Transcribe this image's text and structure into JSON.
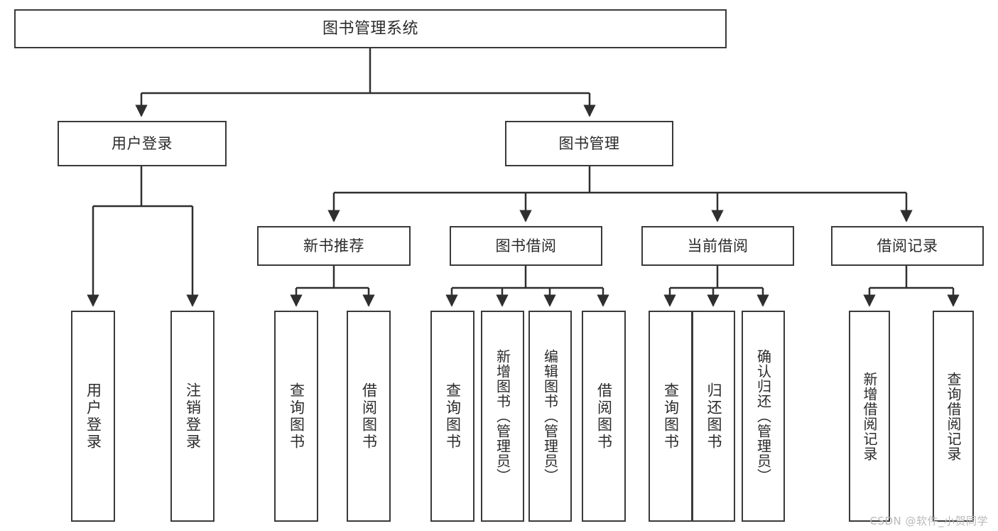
{
  "diagram": {
    "type": "tree",
    "title": "图书管理系统",
    "orientation": "top-down",
    "colors": {
      "box_border": "#3a3a3a",
      "box_fill": "#ffffff",
      "connector": "#2f2f2f",
      "text": "#2b2b2b",
      "background": "#ffffff",
      "watermark": "#b9b9b9"
    }
  },
  "nodes": {
    "root": {
      "label": "图书管理系统"
    },
    "level2": [
      {
        "id": "user-login",
        "label": "用户登录"
      },
      {
        "id": "book-admin",
        "label": "图书管理"
      }
    ],
    "level3": [
      {
        "id": "new-book-rec",
        "label": "新书推荐"
      },
      {
        "id": "book-borrow",
        "label": "图书借阅"
      },
      {
        "id": "current-borrow",
        "label": "当前借阅"
      },
      {
        "id": "borrow-record",
        "label": "借阅记录"
      }
    ],
    "leaves": {
      "user-login": [
        {
          "id": "leaf-user-login",
          "label": "用户登录"
        },
        {
          "id": "leaf-logout-login",
          "label": "注销登录"
        }
      ],
      "new-book-rec": [
        {
          "id": "leaf-query-book-1",
          "label": "查询图书"
        },
        {
          "id": "leaf-borrow-book-1",
          "label": "借阅图书"
        }
      ],
      "book-borrow": [
        {
          "id": "leaf-query-book-2",
          "label": "查询图书"
        },
        {
          "id": "leaf-add-book",
          "label": "新增图书（管理员）"
        },
        {
          "id": "leaf-edit-book",
          "label": "编辑图书（管理员）"
        },
        {
          "id": "leaf-borrow-book-2",
          "label": "借阅图书"
        }
      ],
      "current-borrow": [
        {
          "id": "leaf-query-book-3",
          "label": "查询图书"
        },
        {
          "id": "leaf-return-book",
          "label": "归还图书"
        },
        {
          "id": "leaf-confirm-return",
          "label": "确认归还（管理员）"
        }
      ],
      "borrow-record": [
        {
          "id": "leaf-add-record",
          "label": "新增借阅记录"
        },
        {
          "id": "leaf-query-record",
          "label": "查询借阅记录"
        }
      ]
    }
  },
  "watermark": {
    "text": "CSDN @软件_小贺同学"
  }
}
